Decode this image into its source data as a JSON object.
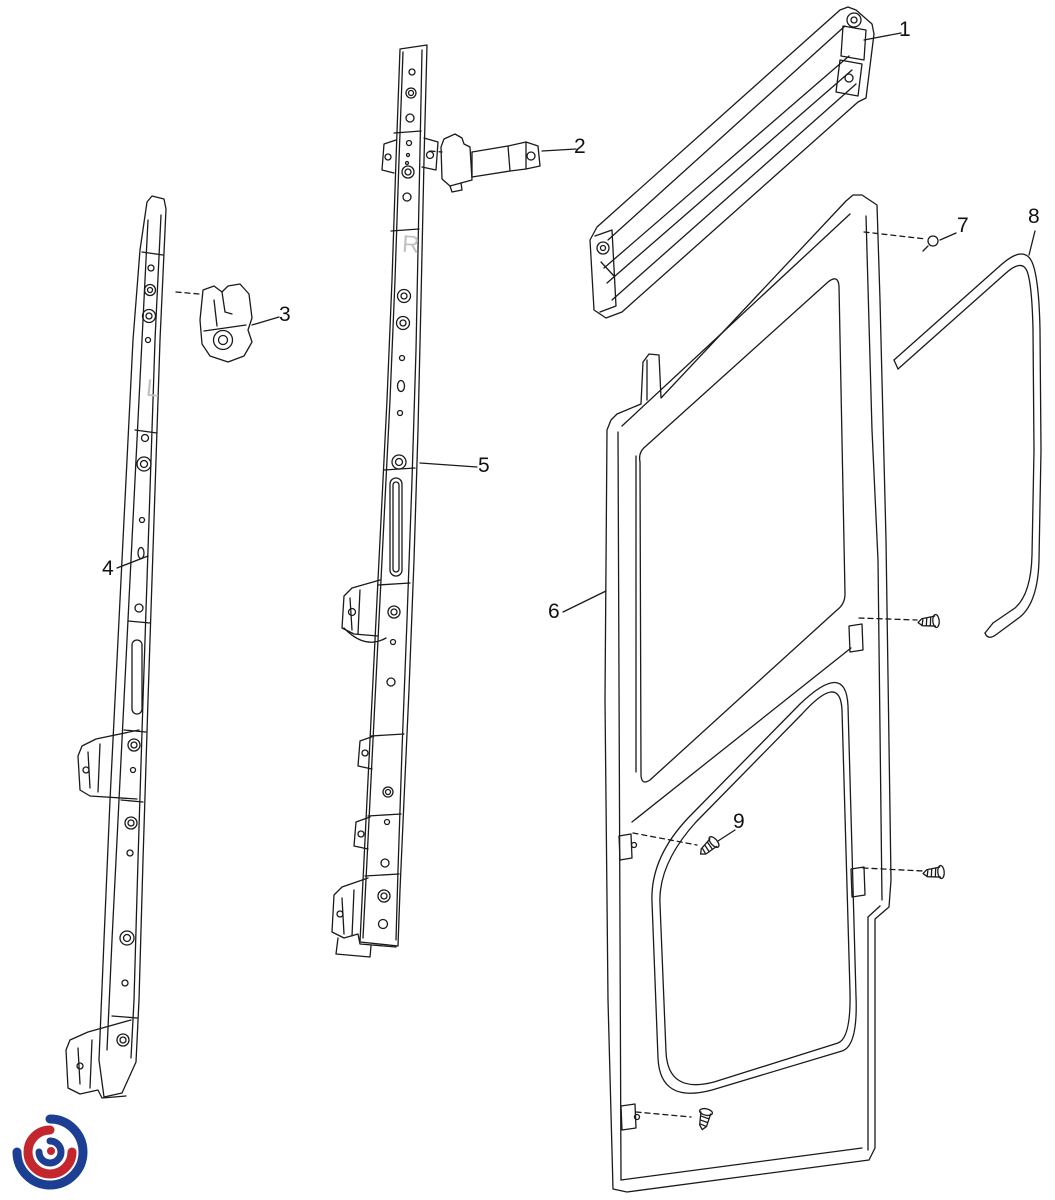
{
  "diagram": {
    "type": "exploded-parts-diagram",
    "background_color": "#ffffff",
    "line_color": "#1a1a1a",
    "callouts": [
      {
        "label": "1"
      },
      {
        "label": "2"
      },
      {
        "label": "3"
      },
      {
        "label": "4"
      },
      {
        "label": "5"
      },
      {
        "label": "6"
      },
      {
        "label": "7"
      },
      {
        "label": "8"
      },
      {
        "label": "9"
      }
    ],
    "markings": {
      "left_pillar": "L",
      "right_pillar": "R"
    },
    "logo": {
      "blue": "#1c3e93",
      "red": "#c4262d"
    }
  }
}
